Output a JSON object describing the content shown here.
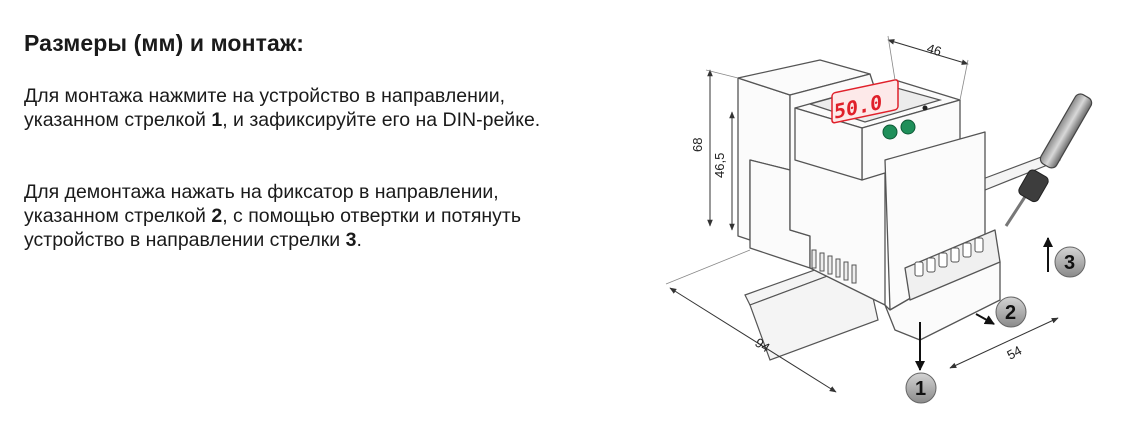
{
  "instructions": {
    "heading": "Размеры (мм) и монтаж:",
    "mount": {
      "line1": "Для монтажа нажмите на устройство в направлении,",
      "line2_pre": "указанном стрелкой ",
      "line2_num": "1",
      "line2_post": ", и зафиксируйте его на DIN-рейке."
    },
    "dismount": {
      "line1": "Для демонтажа нажать на фиксатор в направлении,",
      "line2_pre": "указанном стрелкой ",
      "line2_num": "2",
      "line2_post": ", с помощью отвертки и потянуть",
      "line3_pre": "устройство в направлении стрелки ",
      "line3_num": "3",
      "line3_post": "."
    }
  },
  "figure": {
    "dimensions": {
      "width": "46",
      "height_total": "68",
      "height_body": "46,5",
      "length": "94",
      "depth": "54"
    },
    "display_value": "50.0",
    "arrows": {
      "arrow1": "1",
      "arrow2": "2",
      "arrow3": "3"
    },
    "colors": {
      "display_red": "#e0202a",
      "button_green": "#1f8f5a",
      "outline": "#555555"
    }
  }
}
